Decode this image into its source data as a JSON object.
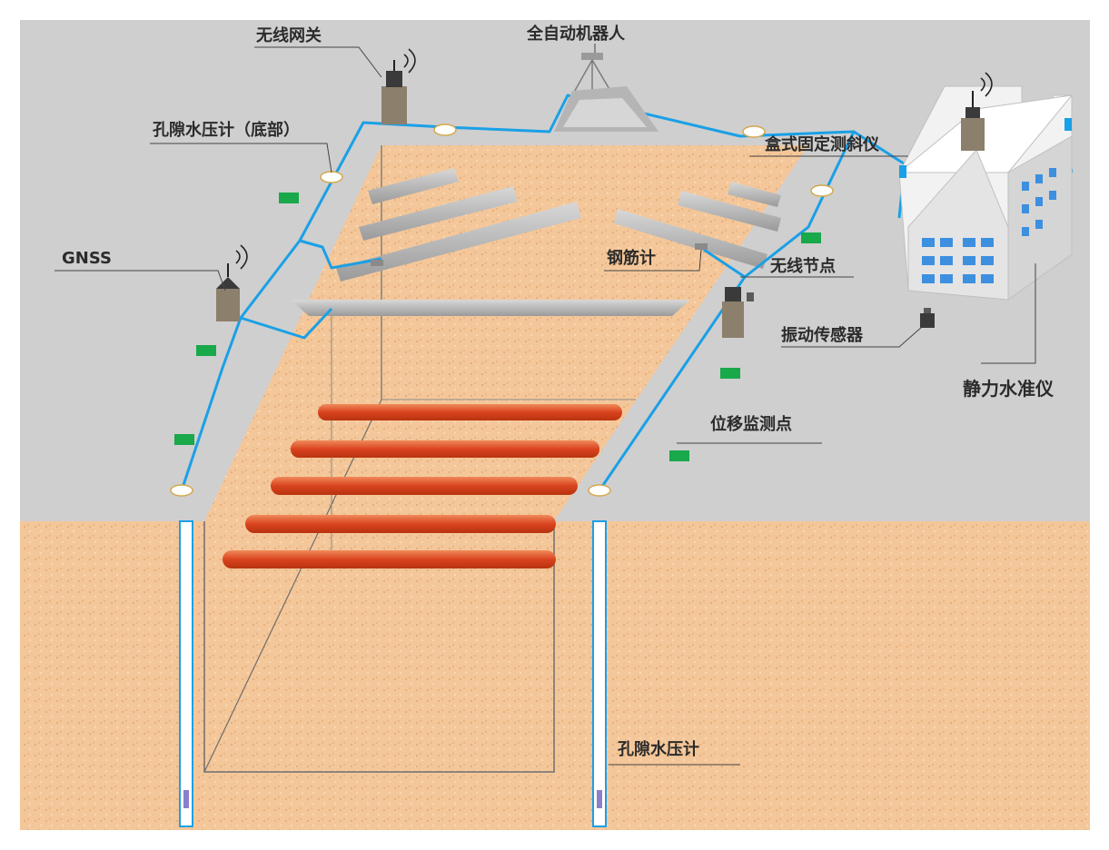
{
  "labels": {
    "robot": "全自动机器人",
    "gateway": "无线网关",
    "piezo_bottom": "孔隙水压计（底部）",
    "gnss": "GNSS",
    "box_inclinometer": "盒式固定测斜仪",
    "rebar_meter": "钢筋计",
    "wireless_node": "无线节点",
    "vibration_sensor": "振动传感器",
    "hydrostatic_level": "静力水准仪",
    "displacement_point": "位移监测点",
    "piezometer": "孔隙水压计"
  },
  "colors": {
    "ground": "#cfcfcf",
    "soil": "#f4c79a",
    "cable": "#1aa0e6",
    "strut": "#d94a25",
    "marker": "#19a84a",
    "device": "#8c7f6c",
    "building": "#f2f2f2",
    "window": "#3d8fe0"
  }
}
